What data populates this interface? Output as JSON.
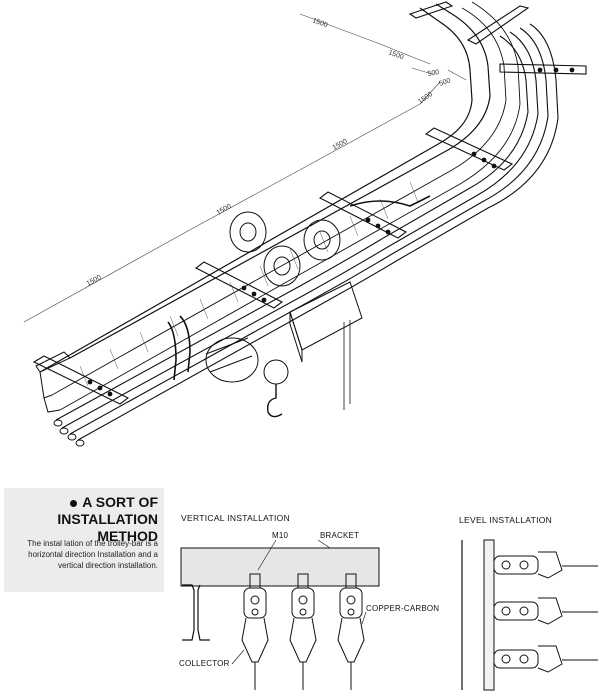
{
  "top_drawing": {
    "dimensions": [
      "1500",
      "1500",
      "1500",
      "1500",
      "1500",
      "1500",
      "500",
      "500"
    ]
  },
  "method": {
    "heading_line1": "A SORT OF",
    "heading_line2": "INSTALLATION METHOD",
    "description": "The instal lation of the trolley-bar is a horizontal direction Installation and a vertical direction installation."
  },
  "vertical": {
    "title": "VERTICAL INSTALLATION",
    "labels": {
      "m10": "M10",
      "bracket": "BRACKET",
      "copper_carbon": "COPPER-CARBON",
      "collector": "COLLECTOR"
    }
  },
  "level": {
    "title": "LEVEL INSTALLATION"
  }
}
